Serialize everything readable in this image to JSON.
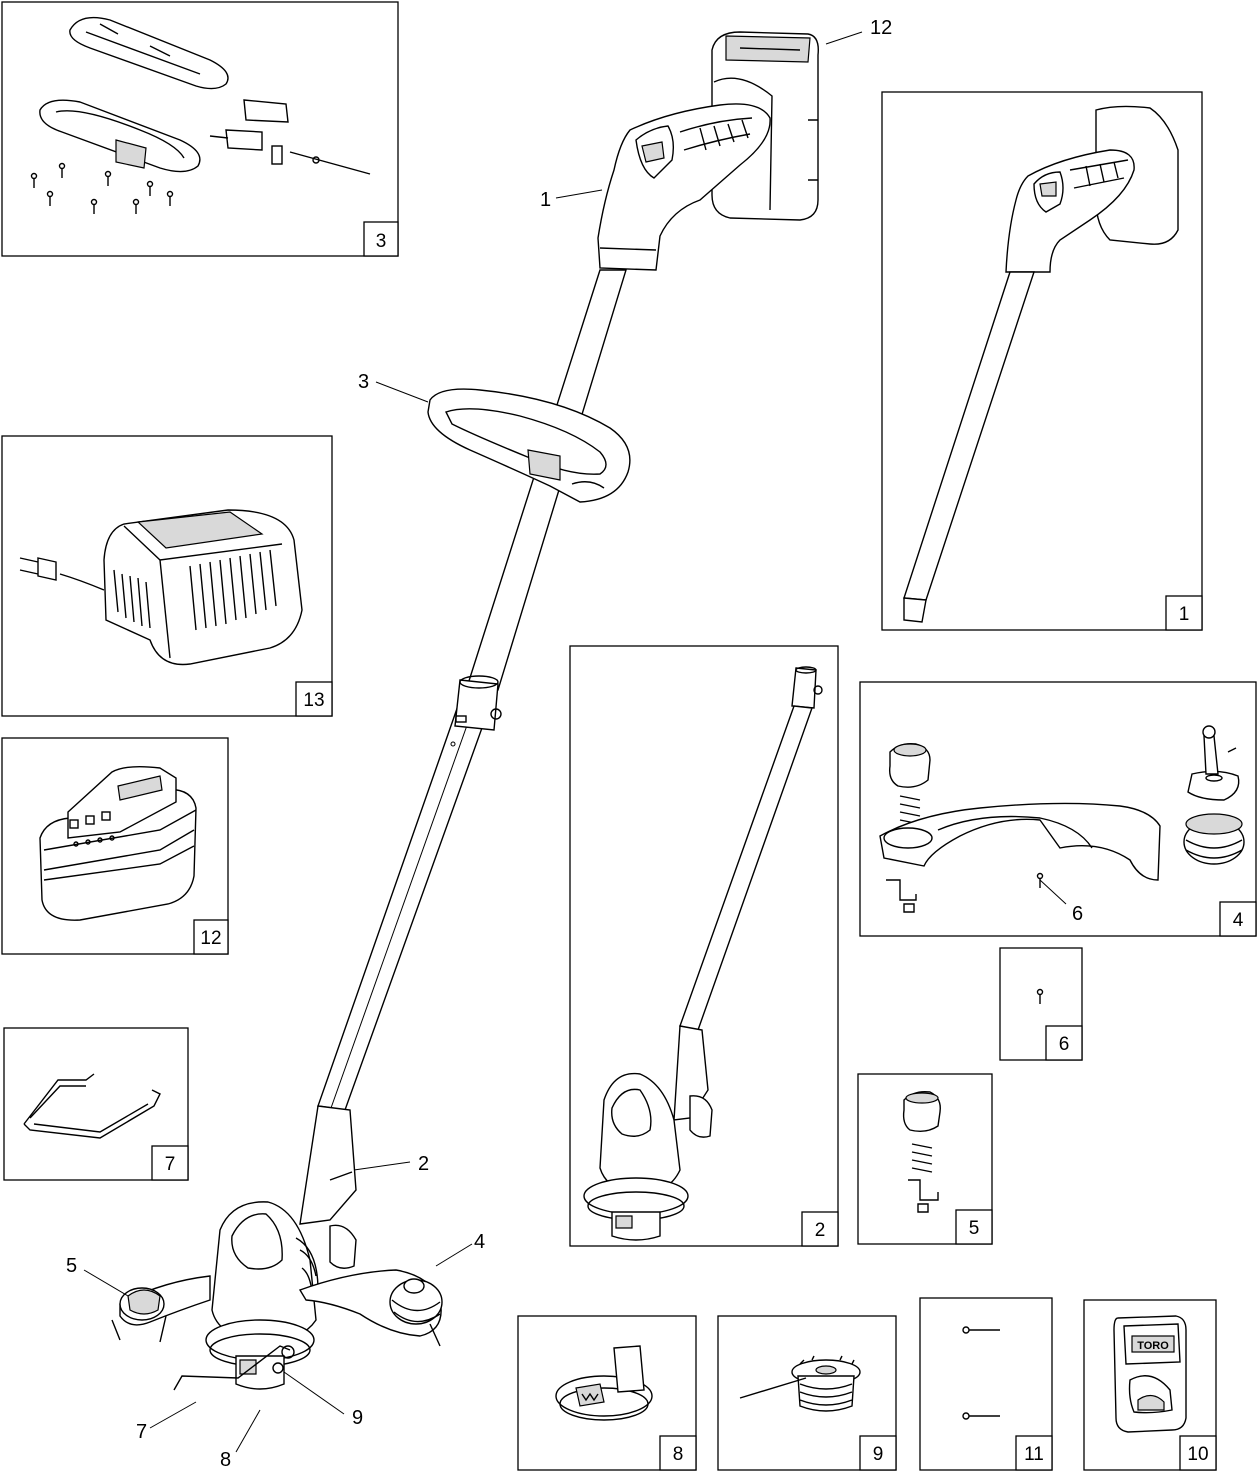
{
  "main_callouts": {
    "c1": "1",
    "c2": "2",
    "c3": "3",
    "c4": "4",
    "c5": "5",
    "c6": "6",
    "c7": "7",
    "c8": "8",
    "c9": "9",
    "c12": "12"
  },
  "panels": {
    "p1": "1",
    "p2": "2",
    "p3": "3",
    "p4": "4",
    "p5": "5",
    "p6": "6",
    "p7": "7",
    "p8": "8",
    "p9": "9",
    "p10": "10",
    "p11": "11",
    "p12": "12",
    "p13": "13"
  },
  "logo_text": "TORO",
  "colors": {
    "line": "#000000",
    "fill": "#ffffff",
    "shade": "#d9d9d9"
  }
}
